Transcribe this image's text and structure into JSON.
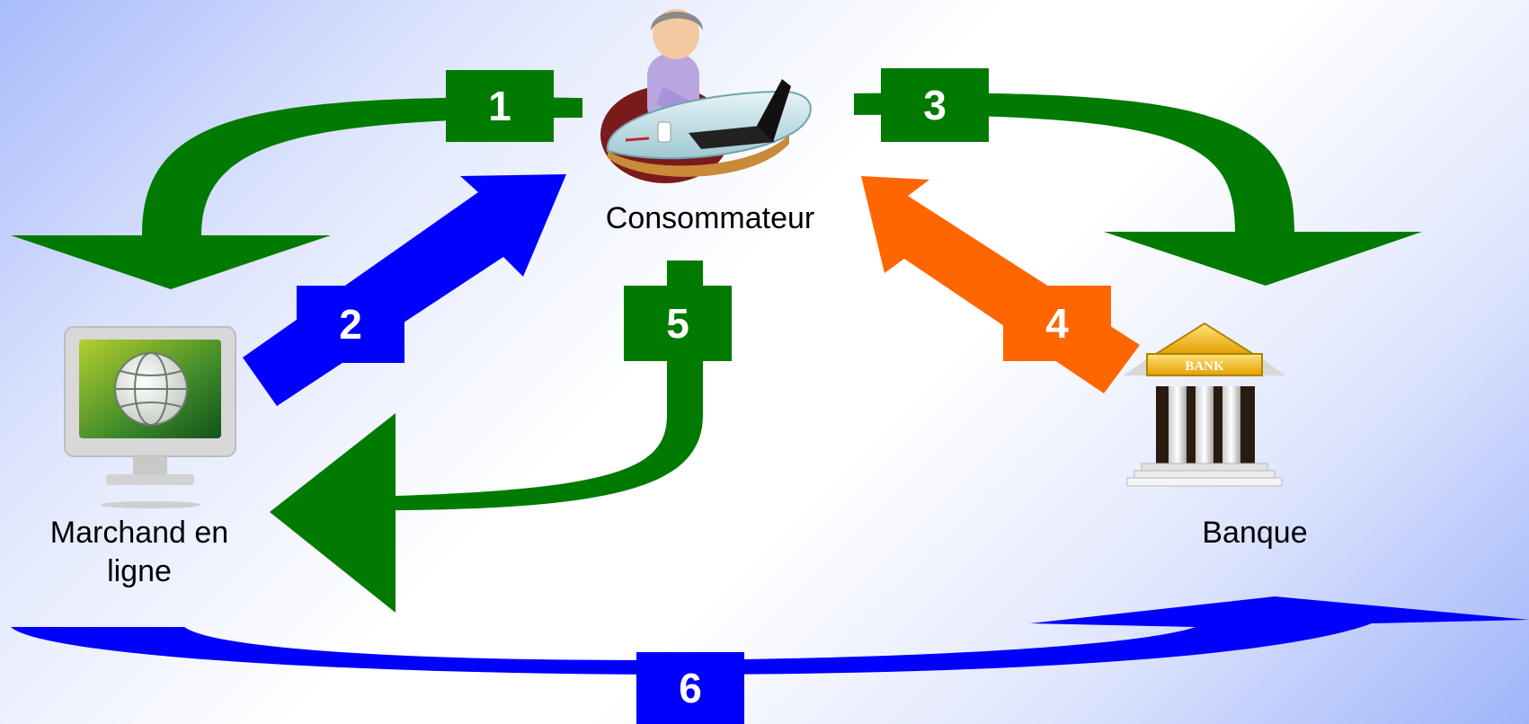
{
  "nodes": {
    "consumer": {
      "label": "Consommateur",
      "icon": "person-at-laptop-icon"
    },
    "merchant": {
      "label": "Marchand en ligne",
      "icon": "monitor-globe-icon"
    },
    "bank": {
      "label": "Banque",
      "icon": "bank-building-icon",
      "sign": "BANK"
    }
  },
  "steps": [
    {
      "number": "1",
      "from": "consumer",
      "to": "merchant",
      "color": "#007a00"
    },
    {
      "number": "2",
      "from": "merchant",
      "to": "consumer",
      "color": "#0000ff"
    },
    {
      "number": "3",
      "from": "consumer",
      "to": "bank",
      "color": "#007a00"
    },
    {
      "number": "4",
      "from": "bank",
      "to": "consumer",
      "color": "#ff6600"
    },
    {
      "number": "5",
      "from": "consumer",
      "to": "merchant",
      "color": "#007a00"
    },
    {
      "number": "6",
      "from": "merchant",
      "to": "bank",
      "color": "#0000ff"
    }
  ]
}
